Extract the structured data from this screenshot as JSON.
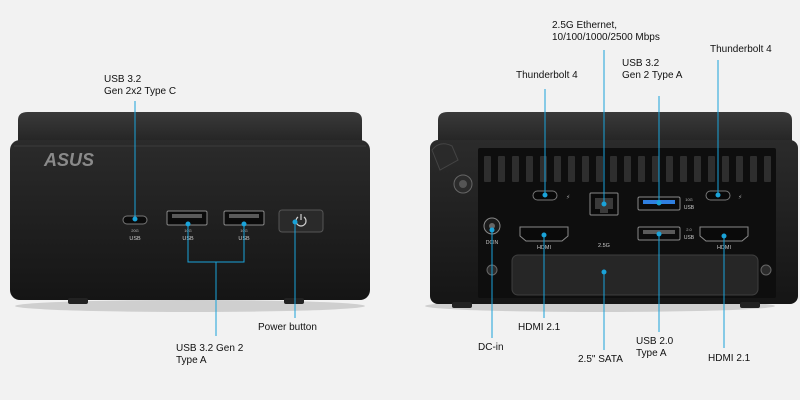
{
  "brand": "ASUS",
  "front_port_marks": {
    "usbc_speed": "20G",
    "usbc_name": "USB",
    "usba1_speed": "10G",
    "usba1_name": "USB",
    "usba2_speed": "10G",
    "usba2_name": "USB"
  },
  "back_port_marks": {
    "hdmi_left": "HDMI",
    "ethernet": "2.5G",
    "usb3_speed": "10G",
    "usb3_name": "USB",
    "usb2_speed": "2.0",
    "usb2_name": "USB",
    "hdmi_right": "HDMI",
    "dcin": "DCIN"
  },
  "labels": {
    "front_usbc": "USB 3.2\nGen 2x2 Type C",
    "front_usba": "USB 3.2 Gen 2\nType A",
    "front_power": "Power button",
    "back_tb4_left": "Thunderbolt 4",
    "back_ethernet": "2.5G Ethernet,\n10/100/1000/2500 Mbps",
    "back_usb32": "USB 3.2\nGen 2 Type A",
    "back_tb4_right": "Thunderbolt 4",
    "back_hdmi_left": "HDMI 2.1",
    "back_dcin": "DC-in",
    "back_sata": "2.5\" SATA",
    "back_usb20": "USB 2.0\nType A",
    "back_hdmi_right": "HDMI 2.1"
  },
  "colors": {
    "background": "#f2f2f2",
    "chassis": "#1c1c1c",
    "chassis_top": "#2a2a2a",
    "callout": "#1aa3d9",
    "usb3_blue": "#2f7fe0"
  }
}
